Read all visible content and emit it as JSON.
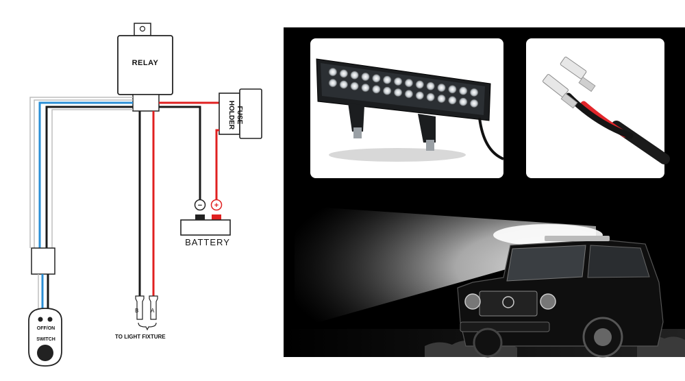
{
  "wiring": {
    "relay": "RELAY",
    "fuse_holder_line1": "FUSE",
    "fuse_holder_line2": "HOLDER",
    "battery": "BATTERY",
    "battery_negative": "−",
    "battery_positive": "+",
    "to_light_fixture": "TO LIGHT FIXTURE",
    "plug_b": "B",
    "plug_a": "A",
    "switch_line1": "OFF/ON",
    "switch_line2": "SWITCH"
  },
  "colors": {
    "wire_black": "#1a1a1a",
    "wire_red": "#e02020",
    "wire_blue": "#2a8fd6",
    "wire_gray": "#b8b8b8",
    "photo_background": "#000000",
    "light_beam": "#ffffff"
  }
}
